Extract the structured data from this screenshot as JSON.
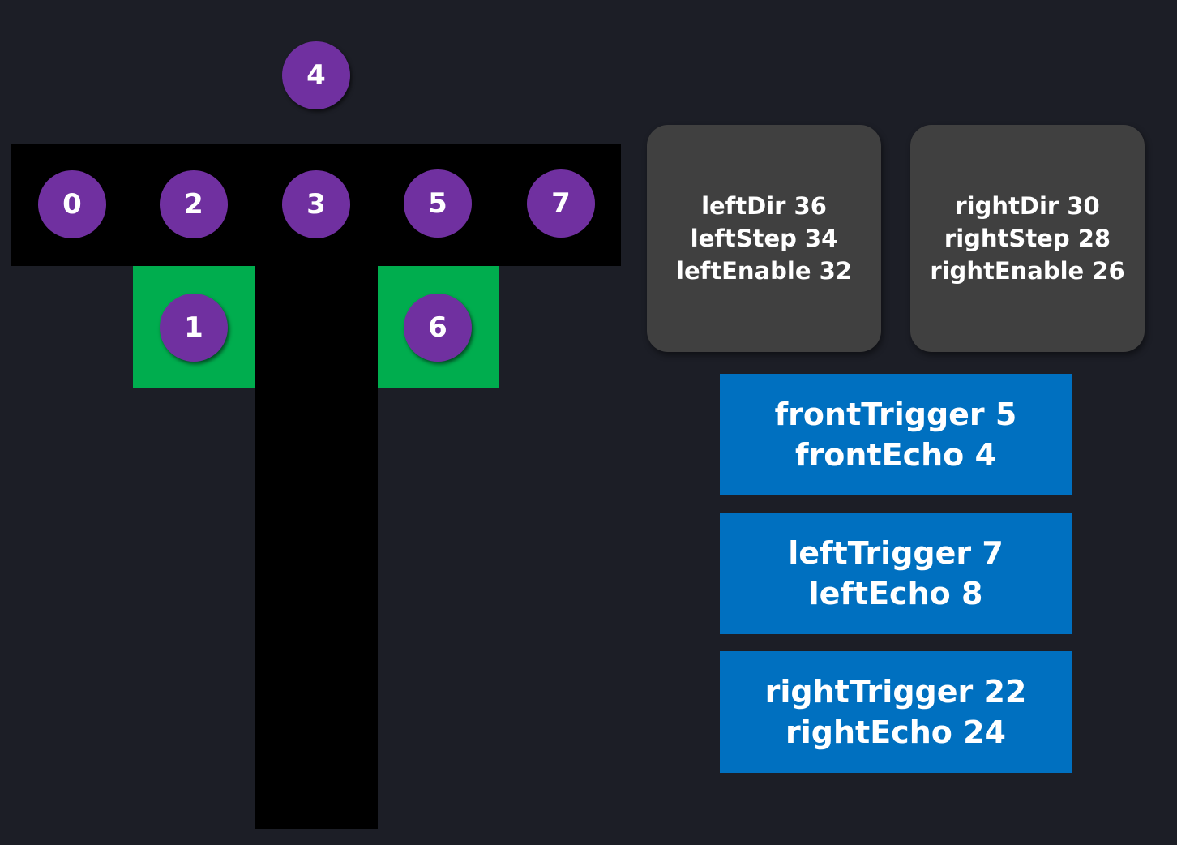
{
  "robot": {
    "slots": [
      {
        "id": "slot-0",
        "label": "0"
      },
      {
        "id": "slot-1",
        "label": "1"
      },
      {
        "id": "slot-2",
        "label": "2"
      },
      {
        "id": "slot-3",
        "label": "3"
      },
      {
        "id": "slot-4",
        "label": "4"
      },
      {
        "id": "slot-5",
        "label": "5"
      },
      {
        "id": "slot-6",
        "label": "6"
      },
      {
        "id": "slot-7",
        "label": "7"
      }
    ]
  },
  "motors": {
    "left": {
      "dir": "leftDir 36",
      "step": "leftStep 34",
      "enable": "leftEnable 32"
    },
    "right": {
      "dir": "rightDir 30",
      "step": "rightStep 28",
      "enable": "rightEnable 26"
    }
  },
  "sensors": {
    "front": {
      "trigger": "frontTrigger 5",
      "echo": "frontEcho 4"
    },
    "left": {
      "trigger": "leftTrigger 7",
      "echo": "leftEcho 8"
    },
    "right": {
      "trigger": "rightTrigger 22",
      "echo": "rightEcho 24"
    }
  },
  "colors": {
    "background": "#1c1e26",
    "robot_body": "#000000",
    "wheel": "#00ad4e",
    "slot_circle": "#7030a0",
    "motor_panel": "#404040",
    "sensor_panel": "#0070c0"
  }
}
